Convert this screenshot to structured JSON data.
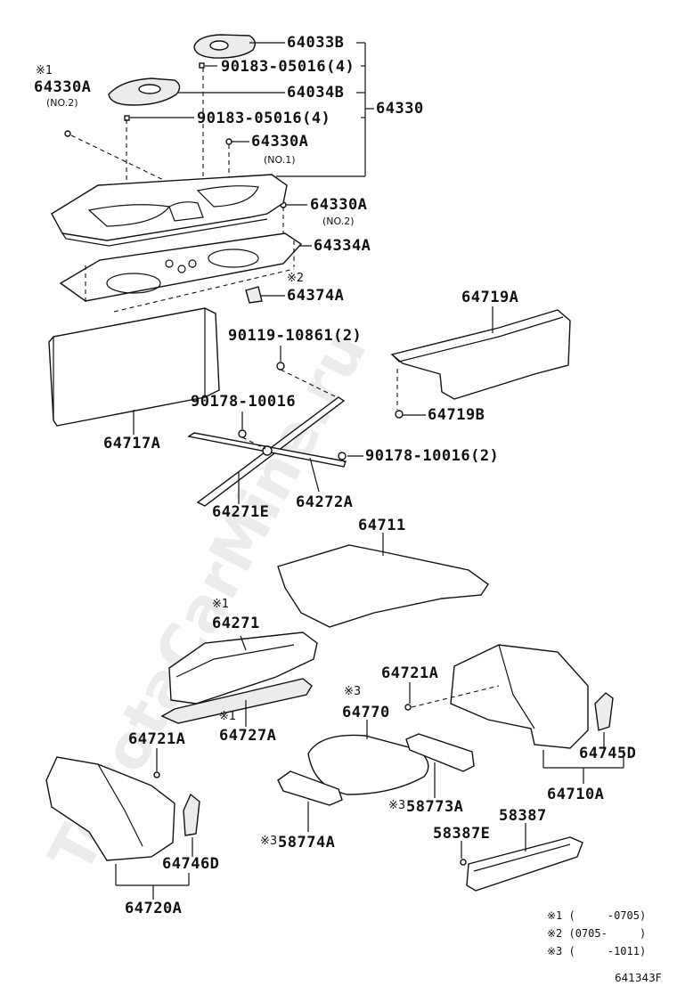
{
  "watermark": "ToyotaCarMine.ru",
  "labels": {
    "p64033B": "64033B",
    "p90183a": "90183-05016(4)",
    "p64034B": "64034B",
    "p90183b": "90183-05016(4)",
    "p64330": "64330",
    "p64330A_top_left": "64330A",
    "p64330A_no1": "64330A",
    "p64330A_no2": "64330A",
    "p64334A": "64334A",
    "p64374A": "64374A",
    "p64719A": "64719A",
    "p90119": "90119-10861(2)",
    "p64719B": "64719B",
    "p90178a": "90178-10016",
    "p64717A": "64717A",
    "p90178b": "90178-10016(2)",
    "p64271E": "64271E",
    "p64272A": "64272A",
    "p64711": "64711",
    "p64271": "64271",
    "p64727A": "64727A",
    "p64721A_r": "64721A",
    "p64770": "64770",
    "p64721A_l": "64721A",
    "p64745D": "64745D",
    "p64710A": "64710A",
    "p58773A": "58773A",
    "p58387": "58387",
    "p58387E": "58387E",
    "p64746D": "64746D",
    "p58774A": "58774A",
    "p64720A": "64720A"
  },
  "sublabels": {
    "no2_left": "(NO.2)",
    "no1": "(NO.1)",
    "no2_right": "(NO.2)"
  },
  "marks": {
    "m1_64330A": "※1",
    "m2_64374A": "※2",
    "m1_64271": "※1",
    "m1_64727A": "※1",
    "m3_64770": "※3",
    "m3_58773A": "※3",
    "m3_58774A": "※3"
  },
  "notes": {
    "n1": "※1 (     -0705)",
    "n2": "※2 (0705-     )",
    "n3": "※3 (     -1011)"
  },
  "drawing_code": "641343F"
}
